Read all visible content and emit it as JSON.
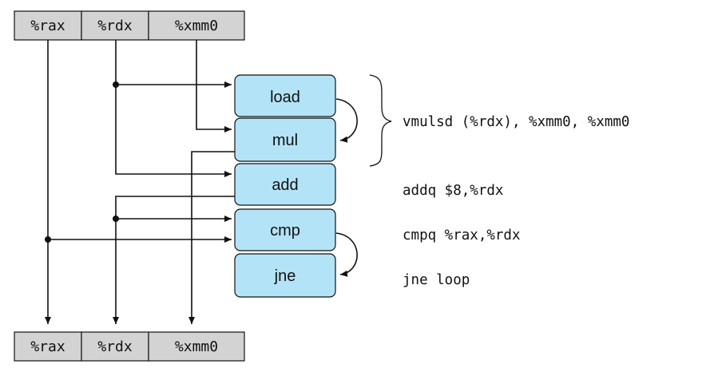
{
  "registers_top": [
    "%rax",
    "%rdx",
    "%xmm0"
  ],
  "registers_bottom": [
    "%rax",
    "%rdx",
    "%xmm0"
  ],
  "operations": [
    "load",
    "mul",
    "add",
    "cmp",
    "jne"
  ],
  "instructions": {
    "vmulsd": "vmulsd (%rdx), %xmm0, %xmm0",
    "addq": "addq $8,%rdx",
    "cmpq": "cmpq %rax,%rdx",
    "jne": "jne loop"
  },
  "colors": {
    "register_fill": "#d3d3d3",
    "op_fill": "#b3e3f7",
    "stroke": "#111111"
  }
}
